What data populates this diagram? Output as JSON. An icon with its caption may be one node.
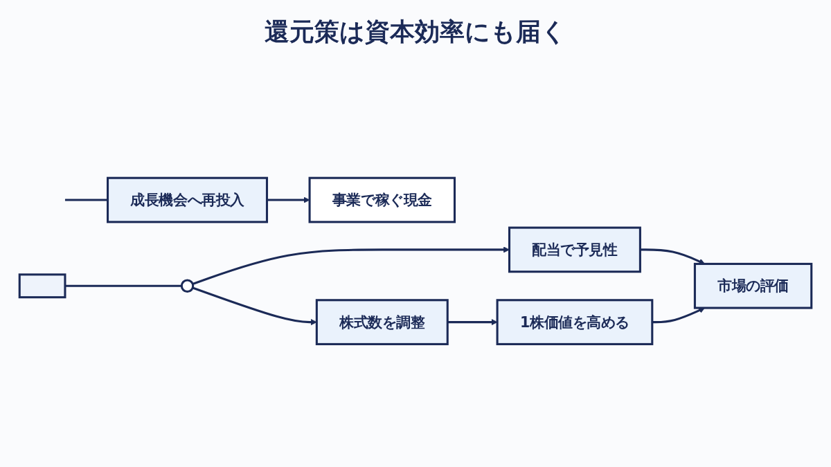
{
  "diagram": {
    "title": "還元策は資本効率にも届く",
    "nodes": [
      {
        "text": [],
        "shape": "picture"
      },
      {
        "text": [
          "事業で稼ぐ現金"
        ]
      },
      {
        "text": [],
        "shape": "circle"
      },
      {
        "text": [
          "配当で予見性"
        ]
      },
      {
        "text": [
          "株式数を調整"
        ]
      },
      {
        "text": [
          "1株価値を高める"
        ]
      },
      {
        "text": [
          "市場の評価"
        ]
      },
      {
        "text": [
          "成長機会へ再投入"
        ]
      }
    ],
    "edges": [
      {
        "from": 0,
        "to": 2,
        "arrow": "none"
      },
      {
        "from": 2,
        "to": 3,
        "arrow": "to"
      },
      {
        "from": 2,
        "to": 4,
        "arrow": "to"
      },
      {
        "from": 3,
        "to": 6,
        "arrow": "to"
      },
      {
        "from": 4,
        "to": 5,
        "arrow": "to"
      },
      {
        "from": 5,
        "to": 6,
        "arrow": "to"
      },
      {
        "from": null,
        "to": 7,
        "arrow": "none"
      },
      {
        "from": 7,
        "to": 1,
        "arrow": "to"
      }
    ]
  }
}
